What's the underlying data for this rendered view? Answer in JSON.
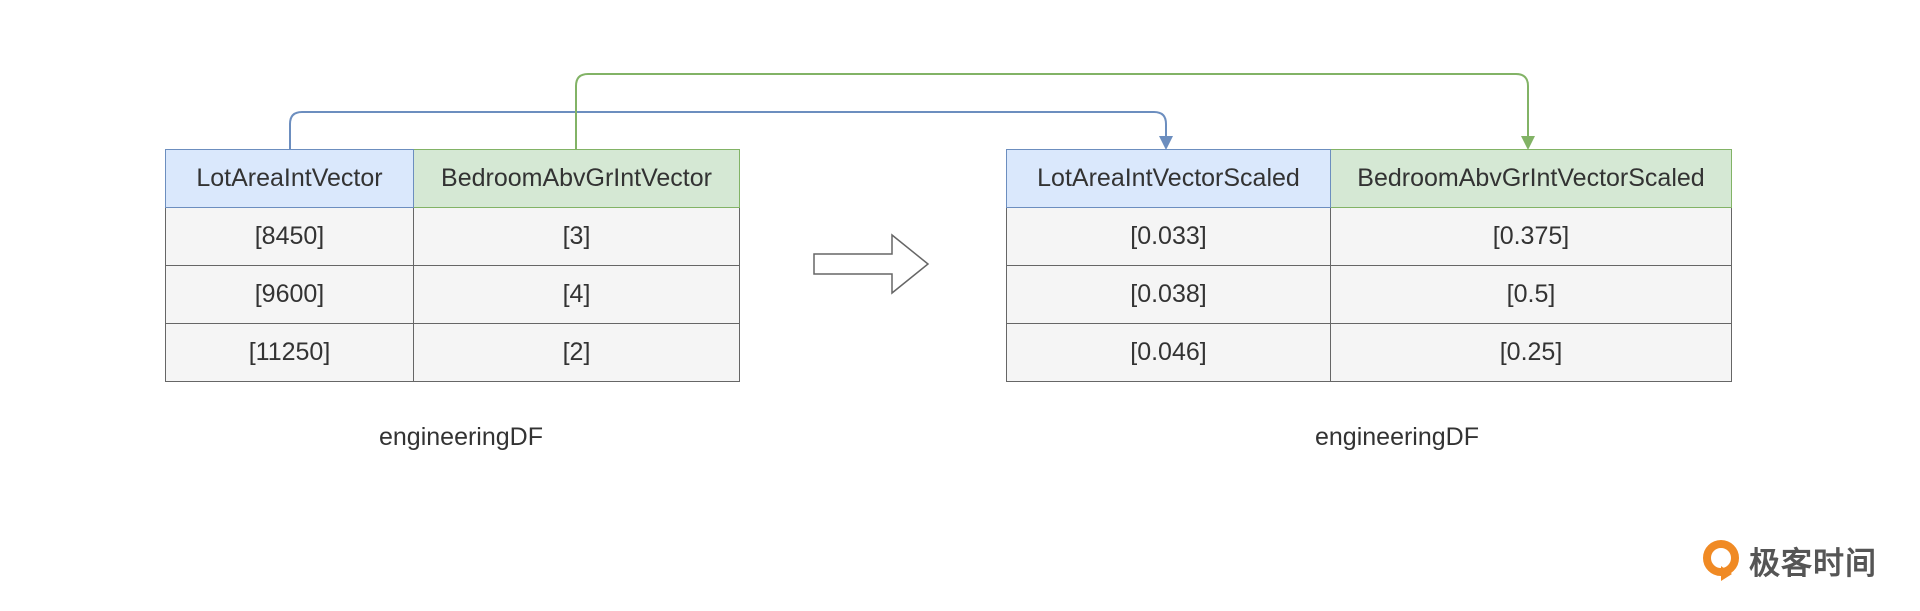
{
  "left_table": {
    "headers": [
      "LotAreaIntVector",
      "BedroomAbvGrIntVector"
    ],
    "rows": [
      [
        "[8450]",
        "[3]"
      ],
      [
        "[9600]",
        "[4]"
      ],
      [
        "[11250]",
        "[2]"
      ]
    ],
    "caption": "engineeringDF"
  },
  "right_table": {
    "headers": [
      "LotAreaIntVectorScaled",
      "BedroomAbvGrIntVectorScaled"
    ],
    "rows": [
      [
        "[0.033]",
        "[0.375]"
      ],
      [
        "[0.038]",
        "[0.5]"
      ],
      [
        "[0.046]",
        "[0.25]"
      ]
    ],
    "caption": "engineeringDF"
  },
  "colors": {
    "blue_header": "#dae8fc",
    "green_header": "#d5e8d4",
    "blue_line": "#6c8ebf",
    "green_line": "#82b366",
    "cell": "#f5f5f5",
    "logo_orange": "#f08a24"
  },
  "logo": {
    "text": "极客时间",
    "icon": "geektime-logo-icon"
  }
}
